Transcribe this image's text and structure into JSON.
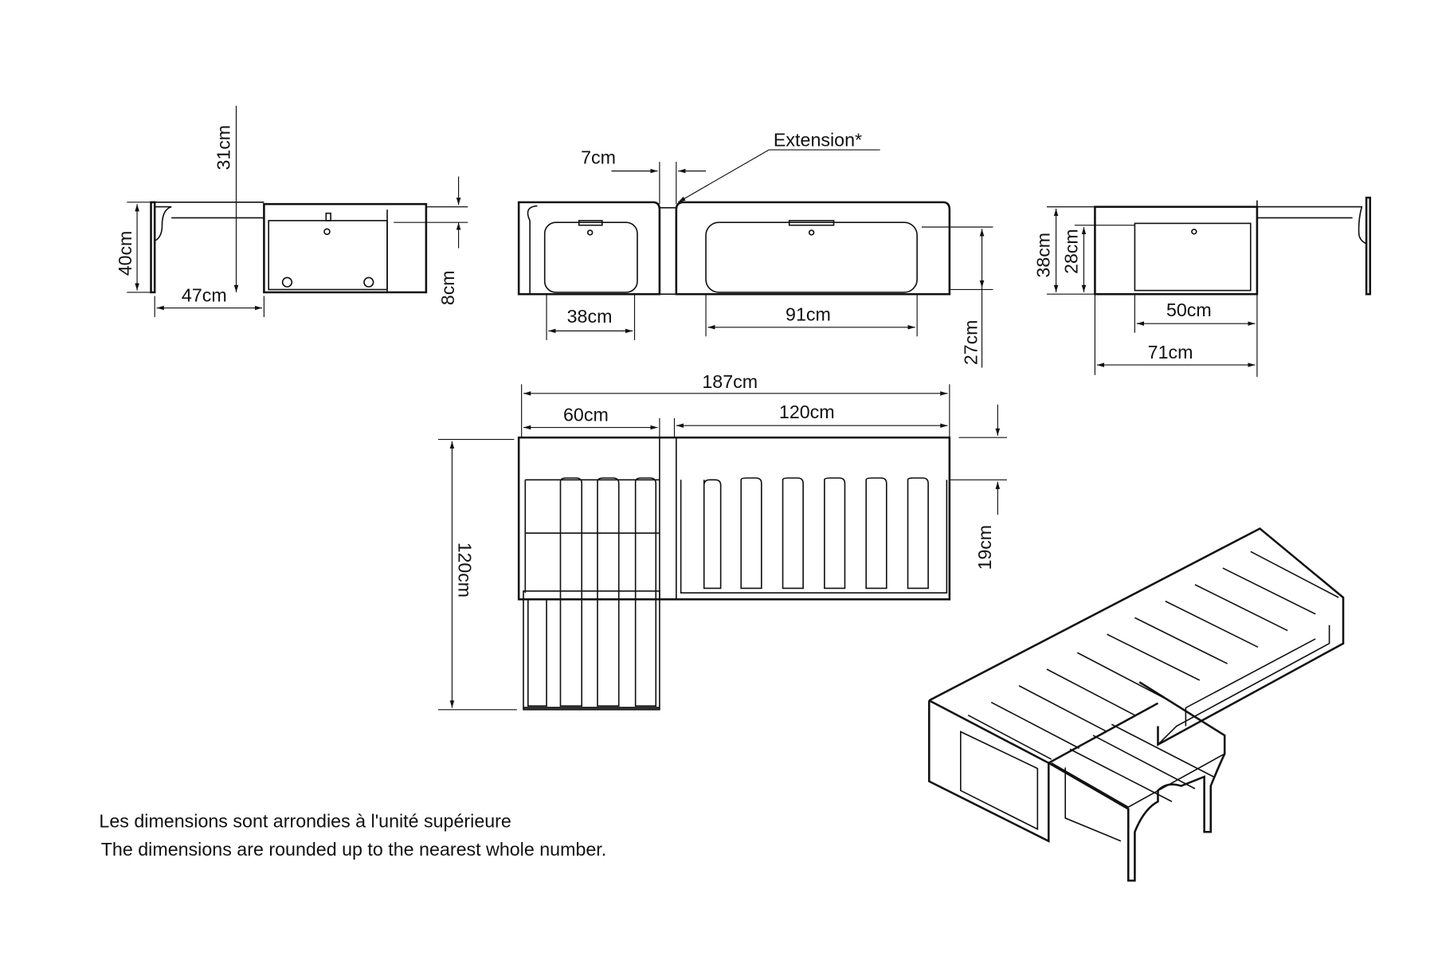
{
  "side_view_left": {
    "height_total": "31cm",
    "height": "40cm",
    "extension_depth": "47cm",
    "slat_offset": "8cm"
  },
  "front_view": {
    "extension_width": "7cm",
    "extension_label": "Extension*",
    "small_drawer": "38cm",
    "large_drawer": "91cm",
    "drawer_height": "27cm"
  },
  "side_view_right": {
    "height": "38cm",
    "drawer_height": "28cm",
    "drawer_width": "50cm",
    "depth": "71cm"
  },
  "top_view": {
    "total_length": "187cm",
    "extension_length": "60cm",
    "bed_length": "120cm",
    "width": "120cm",
    "headboard_depth": "19cm"
  },
  "notes": {
    "fr": "Les dimensions sont arrondies à l'unité supérieure",
    "en": "The dimensions are rounded up to the nearest whole number."
  }
}
